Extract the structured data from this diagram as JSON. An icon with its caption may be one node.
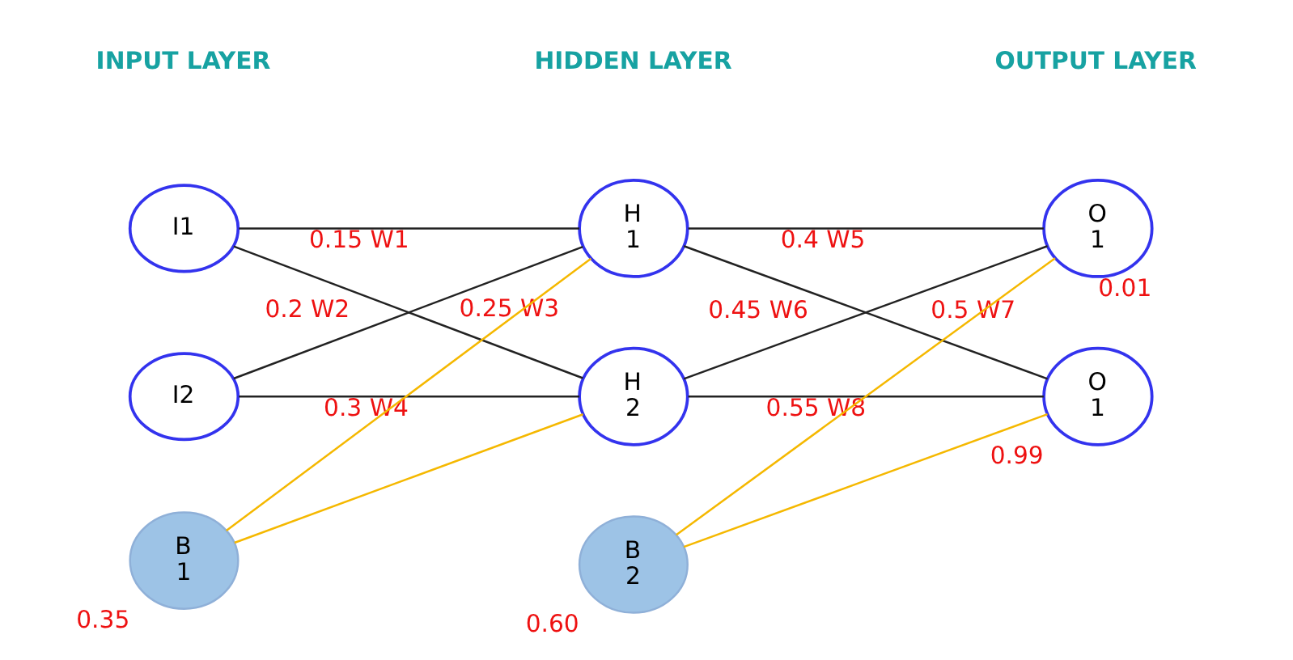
{
  "diagram": {
    "nodes": [
      {
        "text": [
          "I1"
        ]
      },
      {
        "text": [
          "I2"
        ]
      },
      {
        "text": [
          "H 1"
        ]
      },
      {
        "text": [
          "H 2"
        ]
      },
      {
        "text": [
          "O 1"
        ],
        "beside": [
          "0.01"
        ]
      },
      {
        "text": [
          "O 1"
        ],
        "beside": [
          "0.99"
        ]
      },
      {
        "text": [
          "B 1"
        ],
        "beside": [
          "0.35"
        ]
      },
      {
        "text": [
          "B 2"
        ],
        "beside": [
          "0.60"
        ]
      }
    ],
    "edges": [
      {
        "from": 0,
        "to": 2,
        "arrow": "none",
        "label": "0.15 W1"
      },
      {
        "from": 1,
        "to": 2,
        "arrow": "none",
        "label": "0.2 W2"
      },
      {
        "from": 0,
        "to": 3,
        "arrow": "none",
        "label": "0.25 W3"
      },
      {
        "from": 1,
        "to": 3,
        "arrow": "none",
        "label": "0.3 W4"
      },
      {
        "from": 2,
        "to": 4,
        "arrow": "none",
        "label": "0.4 W5"
      },
      {
        "from": 3,
        "to": 4,
        "arrow": "none",
        "label": "0.45 W6"
      },
      {
        "from": 2,
        "to": 5,
        "arrow": "none",
        "label": "0.5 W7"
      },
      {
        "from": 3,
        "to": 5,
        "arrow": "none",
        "label": "0.55 W8"
      },
      {
        "from": 6,
        "to": 2,
        "arrow": "none",
        "color": "#f5b800"
      },
      {
        "from": 6,
        "to": 3,
        "arrow": "none",
        "color": "#f5b800"
      },
      {
        "from": 7,
        "to": 4,
        "arrow": "none",
        "color": "#f5b800"
      },
      {
        "from": 7,
        "to": 5,
        "arrow": "none",
        "color": "#f5b800"
      }
    ],
    "labels": [
      "INPUT LAYER",
      "HIDDEN LAYER",
      "OUTPUT LAYER"
    ]
  }
}
